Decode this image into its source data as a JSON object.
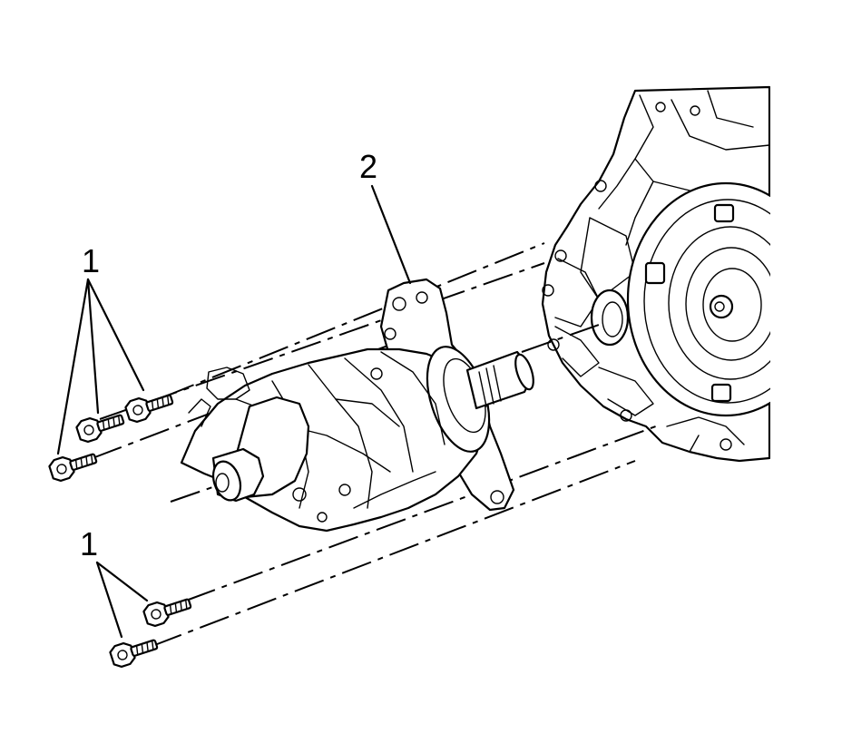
{
  "diagram": {
    "callouts": [
      {
        "id": "bolts-upper",
        "label": "1"
      },
      {
        "id": "housing",
        "label": "2"
      },
      {
        "id": "bolts-lower",
        "label": "1"
      }
    ],
    "colors": {
      "line": "#000000",
      "background": "#ffffff"
    }
  }
}
